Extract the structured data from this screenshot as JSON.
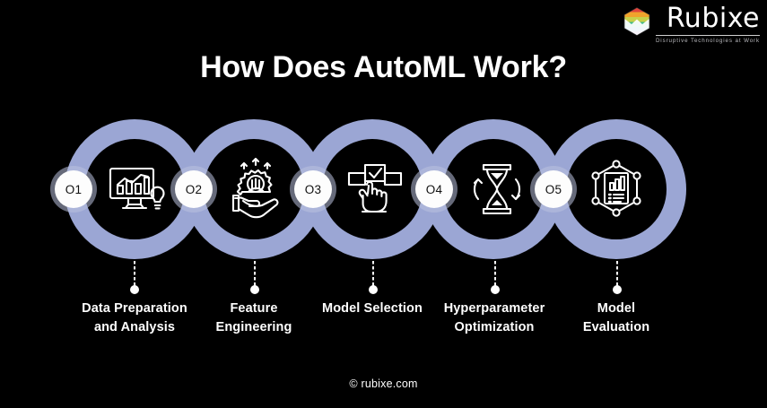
{
  "brand": {
    "name": "Rubixe",
    "tagline": "Disruptive Technologies at Work",
    "logo_icon": "rubixe-hexagon-logo",
    "hex_colors": [
      "#e0453b",
      "#f0a32c",
      "#c7d14a",
      "#3fb98a",
      "#3f8fd1",
      "#8c5fc0",
      "#ffffff"
    ]
  },
  "header": {
    "title": "How Does AutoML Work?"
  },
  "theme": {
    "background": "#000000",
    "ring_color": "#9ba6d4",
    "badge_background": "#fdfdfd",
    "badge_text_color": "#111111",
    "text_color": "#ffffff",
    "icon_stroke": "#ffffff"
  },
  "steps": [
    {
      "number": "O1",
      "label_line1": "Data Preparation",
      "label_line2": "and Analysis",
      "icon": "monitor-chart-lightbulb-icon"
    },
    {
      "number": "O2",
      "label_line1": "Feature",
      "label_line2": "Engineering",
      "icon": "hand-gear-arrows-icon"
    },
    {
      "number": "O3",
      "label_line1": "Model Selection",
      "label_line2": "",
      "icon": "hand-checkbox-select-icon"
    },
    {
      "number": "O4",
      "label_line1": "Hyperparameter",
      "label_line2": "Optimization",
      "icon": "hourglass-rotate-icon"
    },
    {
      "number": "O5",
      "label_line1": "Model",
      "label_line2": "Evaluation",
      "icon": "hexagon-network-report-icon"
    }
  ],
  "footer": {
    "copyright": "© rubixe.com"
  }
}
